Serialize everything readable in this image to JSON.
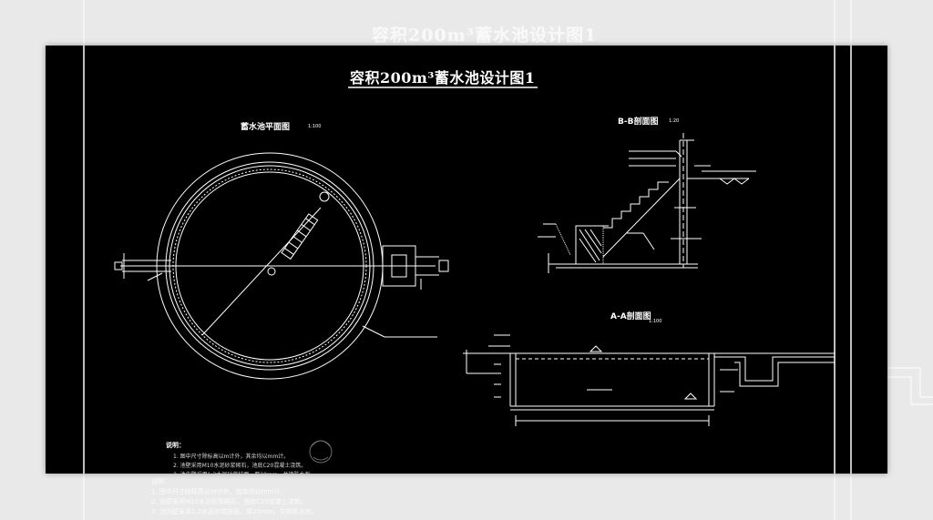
{
  "drawing": {
    "title": "容积200m³蓄水池设计图1",
    "plan_view": {
      "title": "蓄水池平面图",
      "scale": "1:100"
    },
    "section_b": {
      "title": "B-B剖面图",
      "scale": "1:20"
    },
    "section_a": {
      "title": "A-A剖面图",
      "scale": "1:100"
    },
    "notes": {
      "heading": "说明：",
      "items": [
        "1. 图中尺寸除标高以m计外，其余均以mm计。",
        "2. 池壁采用M10水泥砂浆砌石，池底C20混凝土浇筑。",
        "3. 池内壁采用1:2水泥砂浆抹面，厚20mm，并掺防水剂。"
      ]
    }
  },
  "colors": {
    "cad_background": "#000000",
    "line": "#ffffff",
    "page": "#e9e9e9"
  }
}
